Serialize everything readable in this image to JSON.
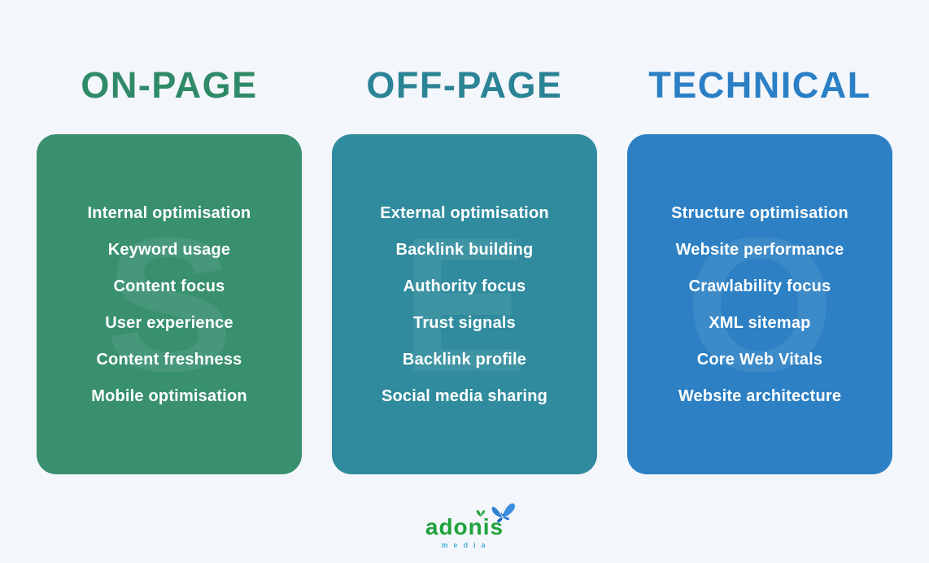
{
  "page": {
    "background_color": "#f3f6fb",
    "description": "SEO types infographic with three pillars forming the hidden word S-E-O"
  },
  "columns": [
    {
      "id": "on-page",
      "title": "ON-PAGE",
      "title_color": "#2f8a68",
      "card_color": "#38906f",
      "watermark_letter": "S",
      "items": [
        "Internal optimisation",
        "Keyword usage",
        "Content focus",
        "User experience",
        "Content freshness",
        "Mobile optimisation"
      ]
    },
    {
      "id": "off-page",
      "title": "OFF-PAGE",
      "title_color": "#2b8396",
      "card_color": "#2f8b9d",
      "watermark_letter": "E",
      "items": [
        "External optimisation",
        "Backlink building",
        "Authority focus",
        "Trust signals",
        "Backlink profile",
        "Social media sharing"
      ]
    },
    {
      "id": "technical",
      "title": "TECHNICAL",
      "title_color": "#2b7fc4",
      "card_color": "#2d80c4",
      "watermark_letter": "O",
      "items": [
        "Structure optimisation",
        "Website performance",
        "Crawlability focus",
        "XML sitemap",
        "Core Web Vitals",
        "Website architecture"
      ]
    }
  ],
  "footer": {
    "logo_text": "adonis",
    "logo_subtext": "media",
    "logo_text_color": "#1fa23c",
    "logo_subtext_color": "#4ab2d8",
    "butterfly_color": "#2f80d2",
    "leaf_color": "#2f9e44"
  }
}
